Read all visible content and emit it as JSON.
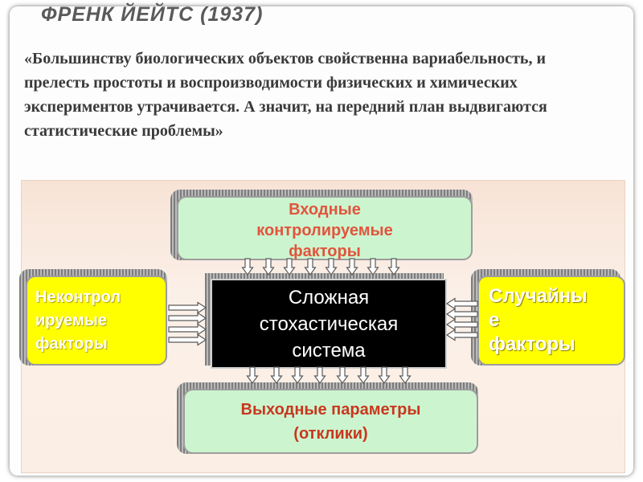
{
  "slide": {
    "title": "ФРЕНК ЙЕЙТС (1937)",
    "quote": "«Большинству биологических объектов свойственна вариабельность, и прелесть простоты и воспроизводимости физических и химических экспериментов утрачивается. А значит, на передний план выдвигаются статистические проблемы»"
  },
  "diagram": {
    "input_box": {
      "line1": "Входные",
      "line2": "контролируемые",
      "line3": "факторы"
    },
    "center_box": {
      "line1": "Сложная",
      "line2": "стохастическая",
      "line3": "система"
    },
    "left_box": {
      "line1": "Неконтрол",
      "line2": "ируемые",
      "line3": "факторы"
    },
    "right_box": {
      "line1": "Случайны",
      "line2": "е",
      "line3": "факторы"
    },
    "output_box": {
      "line1": "Выходные параметры",
      "line2": "(отклики)"
    }
  },
  "colors": {
    "green_box": "#ccf5cf",
    "yellow_box": "#ffff00",
    "center_box": "#000000",
    "input_text": "#e2543e",
    "output_text": "#c8371f",
    "diagram_bg": "#f7e3d6"
  }
}
